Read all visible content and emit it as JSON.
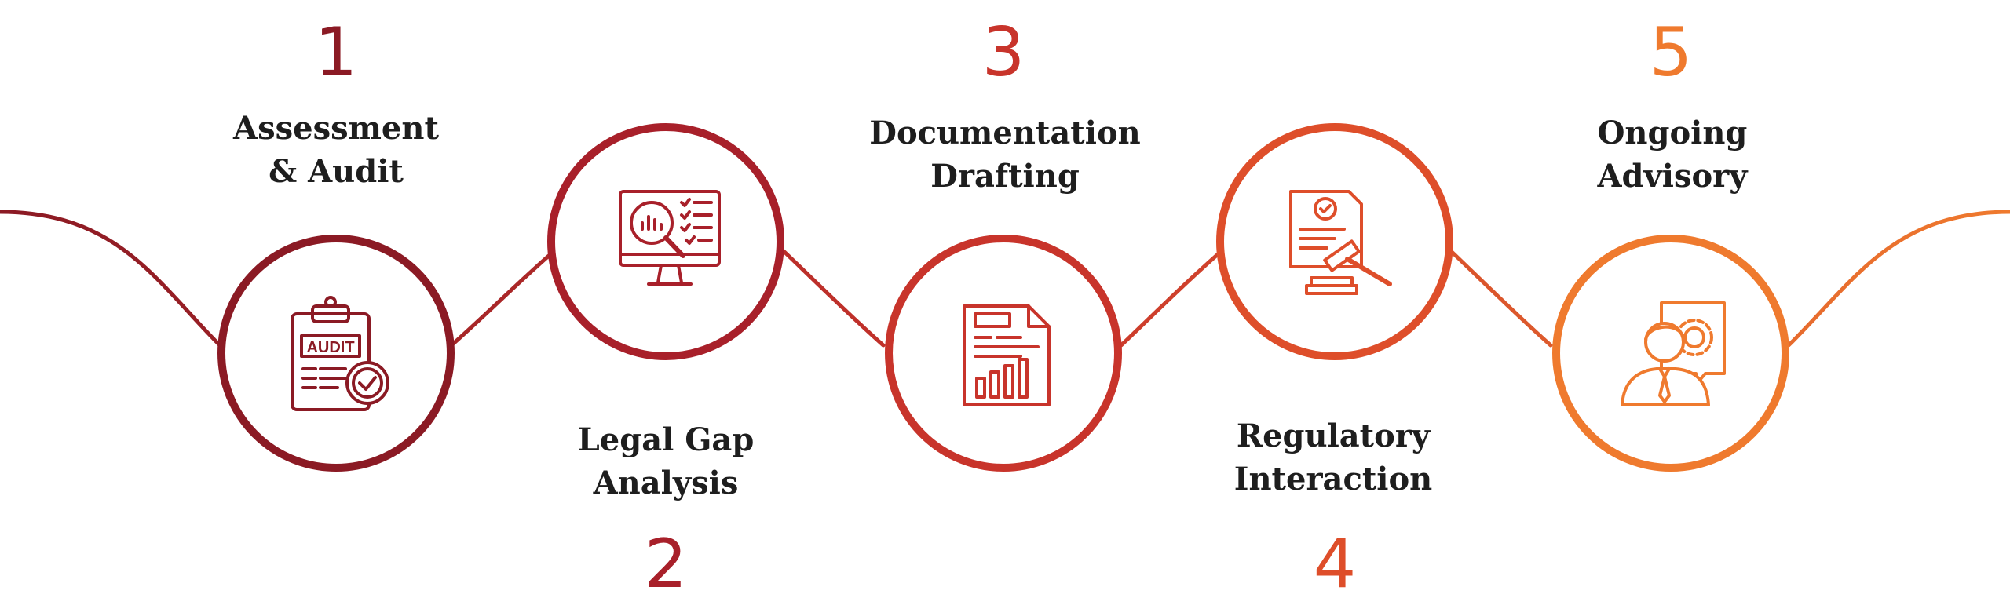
{
  "steps": [
    {
      "number": "1",
      "title_line1": "Assessment",
      "title_line2": "& Audit",
      "icon": "audit-clipboard-icon",
      "color": "#8b1a24"
    },
    {
      "number": "2",
      "title_line1": "Legal Gap",
      "title_line2": "Analysis",
      "icon": "monitor-analysis-icon",
      "color": "#a8202a"
    },
    {
      "number": "3",
      "title_line1": "Documentation",
      "title_line2": "Drafting",
      "icon": "document-report-icon",
      "color": "#c8342b"
    },
    {
      "number": "4",
      "title_line1": "Regulatory",
      "title_line2": "Interaction",
      "icon": "legal-gavel-icon",
      "color": "#de4e2a"
    },
    {
      "number": "5",
      "title_line1": "Ongoing",
      "title_line2": "Advisory",
      "icon": "advisor-gear-icon",
      "color": "#ef7a2e"
    }
  ],
  "colors": {
    "gradient_start": "#8b1a24",
    "gradient_mid": "#c8342b",
    "gradient_end": "#ef7a2e",
    "text_dark": "#1e1e1e"
  }
}
